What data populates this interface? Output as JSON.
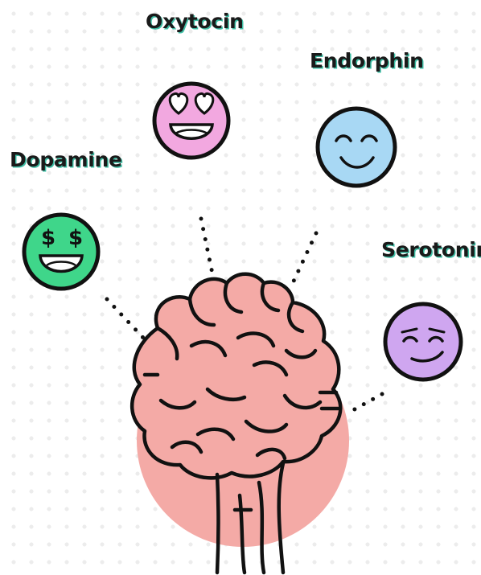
{
  "labels": {
    "oxytocin": "Oxytocin",
    "endorphin": "Endorphin",
    "dopamine": "Dopamine",
    "serotonin": "Serotonin"
  },
  "colors": {
    "oxytocin": "#f2a8e0",
    "endorphin": "#a8d8f4",
    "dopamine": "#3fd68a",
    "serotonin": "#cfa6f0",
    "brain": "#f4aaa6",
    "outline": "#111111",
    "label_shadow": "#3fbfa6"
  },
  "faces": {
    "oxytocin": "heart-eyes-face",
    "endorphin": "smiling-face",
    "dopamine": "dollar-eyes-face",
    "serotonin": "smirking-face"
  }
}
